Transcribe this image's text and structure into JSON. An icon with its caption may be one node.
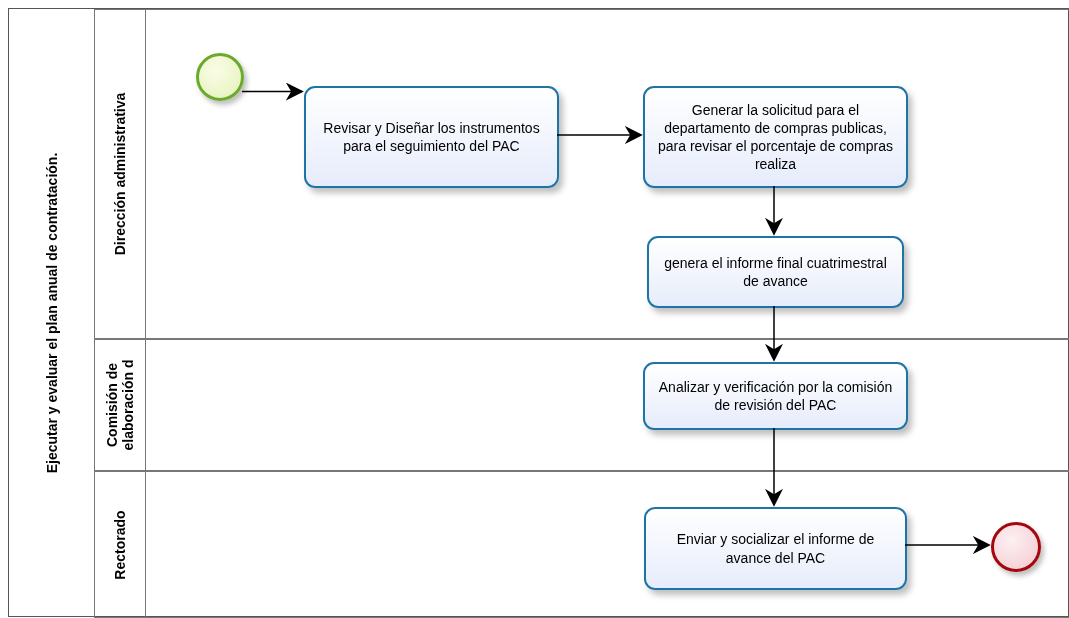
{
  "diagram": {
    "nodes": [
      {
        "text": [
          "Ejecutar y evaluar el plan anual de contratación."
        ]
      },
      {
        "text": [
          "Dirección administrativa"
        ],
        "in": 0
      },
      {
        "text": [
          "Comisión de elaboración d"
        ],
        "in": 0
      },
      {
        "text": [
          "Rectorado"
        ],
        "in": 0
      },
      {
        "text": [],
        "shape": "circle",
        "in": 1
      },
      {
        "text": [
          "Revisar y Diseñar los instrumentos para el seguimiento del PAC"
        ],
        "in": 1
      },
      {
        "text": [
          "Generar la solicitud para el departamento de compras publicas, para revisar el porcentaje de compras realiza"
        ],
        "in": 1
      },
      {
        "text": [
          "genera el informe final cuatrimestral de avance"
        ],
        "in": 1
      },
      {
        "text": [
          "Analizar y verificación por la comisión de revisión del PAC"
        ],
        "in": 2
      },
      {
        "text": [
          "Enviar y socializar el informe de avance del PAC"
        ],
        "in": 3
      },
      {
        "text": [],
        "shape": "circle",
        "in": 3
      }
    ],
    "edges": [
      {
        "from": 4,
        "to": 5,
        "arrow": "to"
      },
      {
        "from": 5,
        "to": 6,
        "arrow": "to"
      },
      {
        "from": 6,
        "to": 7,
        "arrow": "to"
      },
      {
        "from": 7,
        "to": 8,
        "arrow": "to"
      },
      {
        "from": 8,
        "to": 9,
        "arrow": "to"
      },
      {
        "from": 9,
        "to": 10,
        "arrow": "to"
      }
    ]
  }
}
